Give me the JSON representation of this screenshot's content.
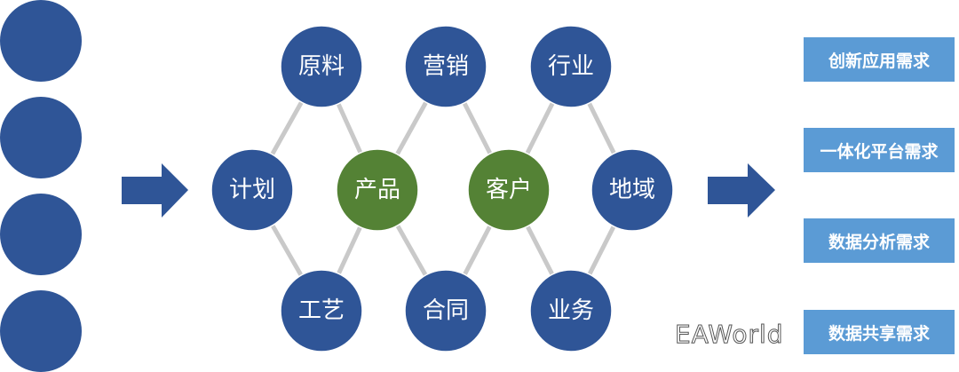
{
  "colors": {
    "blue": "#2f5597",
    "green": "#548235",
    "box": "#5b9bd5",
    "edge": "#c9c9c9"
  },
  "nodes": [
    {
      "id": "plan",
      "label": "计划",
      "type": "blue"
    },
    {
      "id": "raw",
      "label": "原料",
      "type": "blue"
    },
    {
      "id": "craft",
      "label": "工艺",
      "type": "blue"
    },
    {
      "id": "product",
      "label": "产品",
      "type": "green"
    },
    {
      "id": "marketing",
      "label": "营销",
      "type": "blue"
    },
    {
      "id": "contract",
      "label": "合同",
      "type": "blue"
    },
    {
      "id": "customer",
      "label": "客户",
      "type": "green"
    },
    {
      "id": "industry",
      "label": "行业",
      "type": "blue"
    },
    {
      "id": "business",
      "label": "业务",
      "type": "blue"
    },
    {
      "id": "region",
      "label": "地域",
      "type": "blue"
    }
  ],
  "edges": [
    [
      "plan",
      "raw"
    ],
    [
      "plan",
      "craft"
    ],
    [
      "raw",
      "product"
    ],
    [
      "craft",
      "product"
    ],
    [
      "product",
      "marketing"
    ],
    [
      "product",
      "contract"
    ],
    [
      "marketing",
      "customer"
    ],
    [
      "contract",
      "customer"
    ],
    [
      "customer",
      "industry"
    ],
    [
      "customer",
      "business"
    ],
    [
      "industry",
      "region"
    ],
    [
      "business",
      "region"
    ]
  ],
  "requirements": [
    "创新应用需求",
    "一体化平台需求",
    "数据分析需求",
    "数据共享需求"
  ],
  "watermark": "EAWorld"
}
